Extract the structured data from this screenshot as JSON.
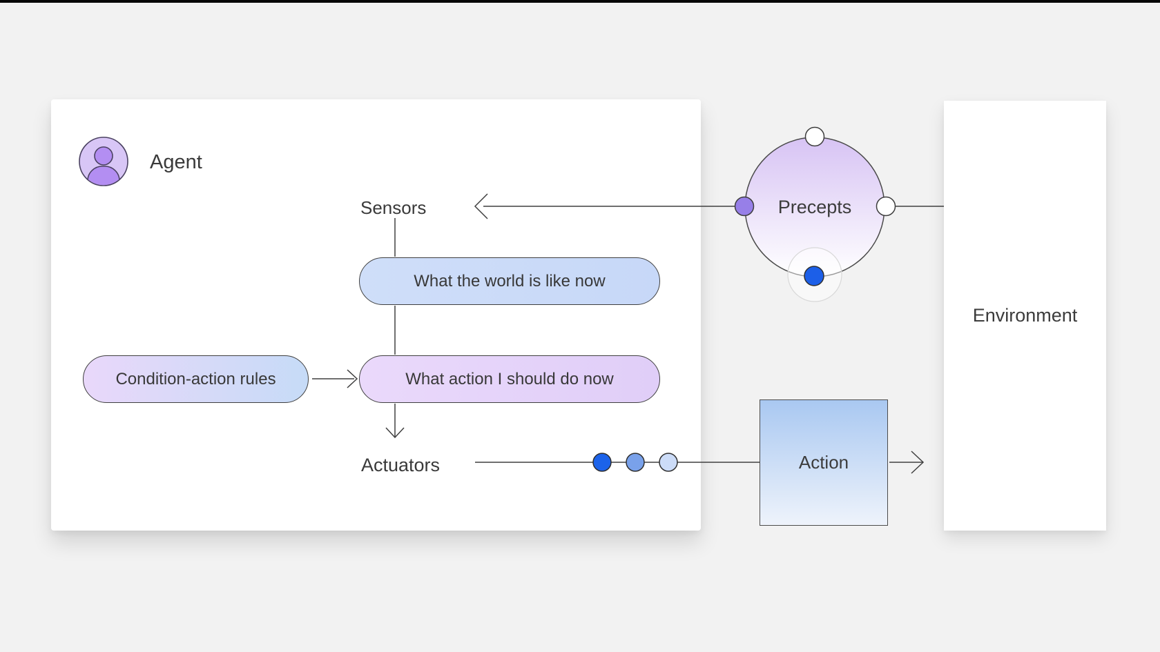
{
  "diagram": {
    "agent": {
      "label": "Agent"
    },
    "io": {
      "sensors_label": "Sensors",
      "actuators_label": "Actuators"
    },
    "pills": {
      "world_state": "What the world is like now",
      "condition_rules": "Condition-action rules",
      "action_decision": "What action I should do now"
    },
    "action_box": {
      "label": "Action"
    },
    "precepts_circle": {
      "label": "Precepts"
    },
    "environment_box": {
      "label": "Environment"
    }
  },
  "colors": {
    "background": "#f2f2f2",
    "card": "#ffffff",
    "ink": "#3a3a3a",
    "stroke": "#3f3f3f",
    "avatar_bg": "#d8c6f6",
    "avatar_person": "#b38ef2",
    "pill_blue_a": "#cfdef9",
    "pill_blue_b": "#c7d8f8",
    "pill_purple_a": "#ead9fb",
    "pill_purple_b": "#e0cef8",
    "pill_mixed_a": "#e9d8fa",
    "pill_mixed_b": "#c6dbf7",
    "action_a": "#a9c8f1",
    "action_b": "#eef3fb",
    "node_purple": "#977fe8",
    "node_blue": "#1c5fe8",
    "dot_strong": "#1c63ea",
    "dot_medium": "#79a1ea",
    "dot_light": "#ccdcf8"
  }
}
